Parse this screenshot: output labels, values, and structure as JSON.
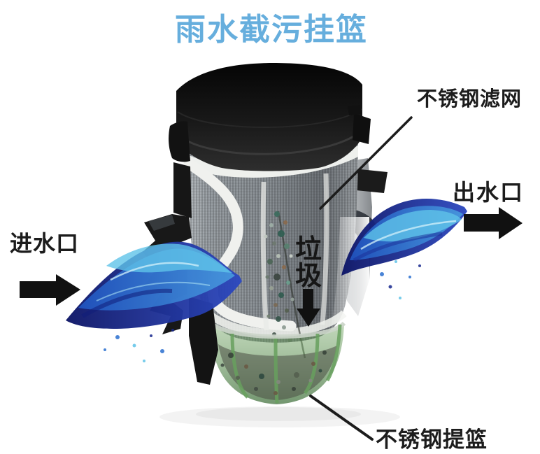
{
  "title": {
    "text": "雨水截污挂篮",
    "color": "#66aedd"
  },
  "labels": {
    "filter_mesh": "不锈钢滤网",
    "outlet": "出水口",
    "inlet": "进水口",
    "garbage_chars": [
      "垃",
      "圾"
    ],
    "lift_basket": "不锈钢提篮"
  },
  "colors": {
    "label_text": "#1c1c1c",
    "arrow_black": "#111111",
    "water_deep": "#14207c",
    "water_mid": "#2f6ecf",
    "water_light": "#5fc3e8",
    "basket_green": "#5f9a57",
    "mesh_grey": "#8b9196",
    "rim_black": "#141414",
    "background": "#ffffff"
  }
}
